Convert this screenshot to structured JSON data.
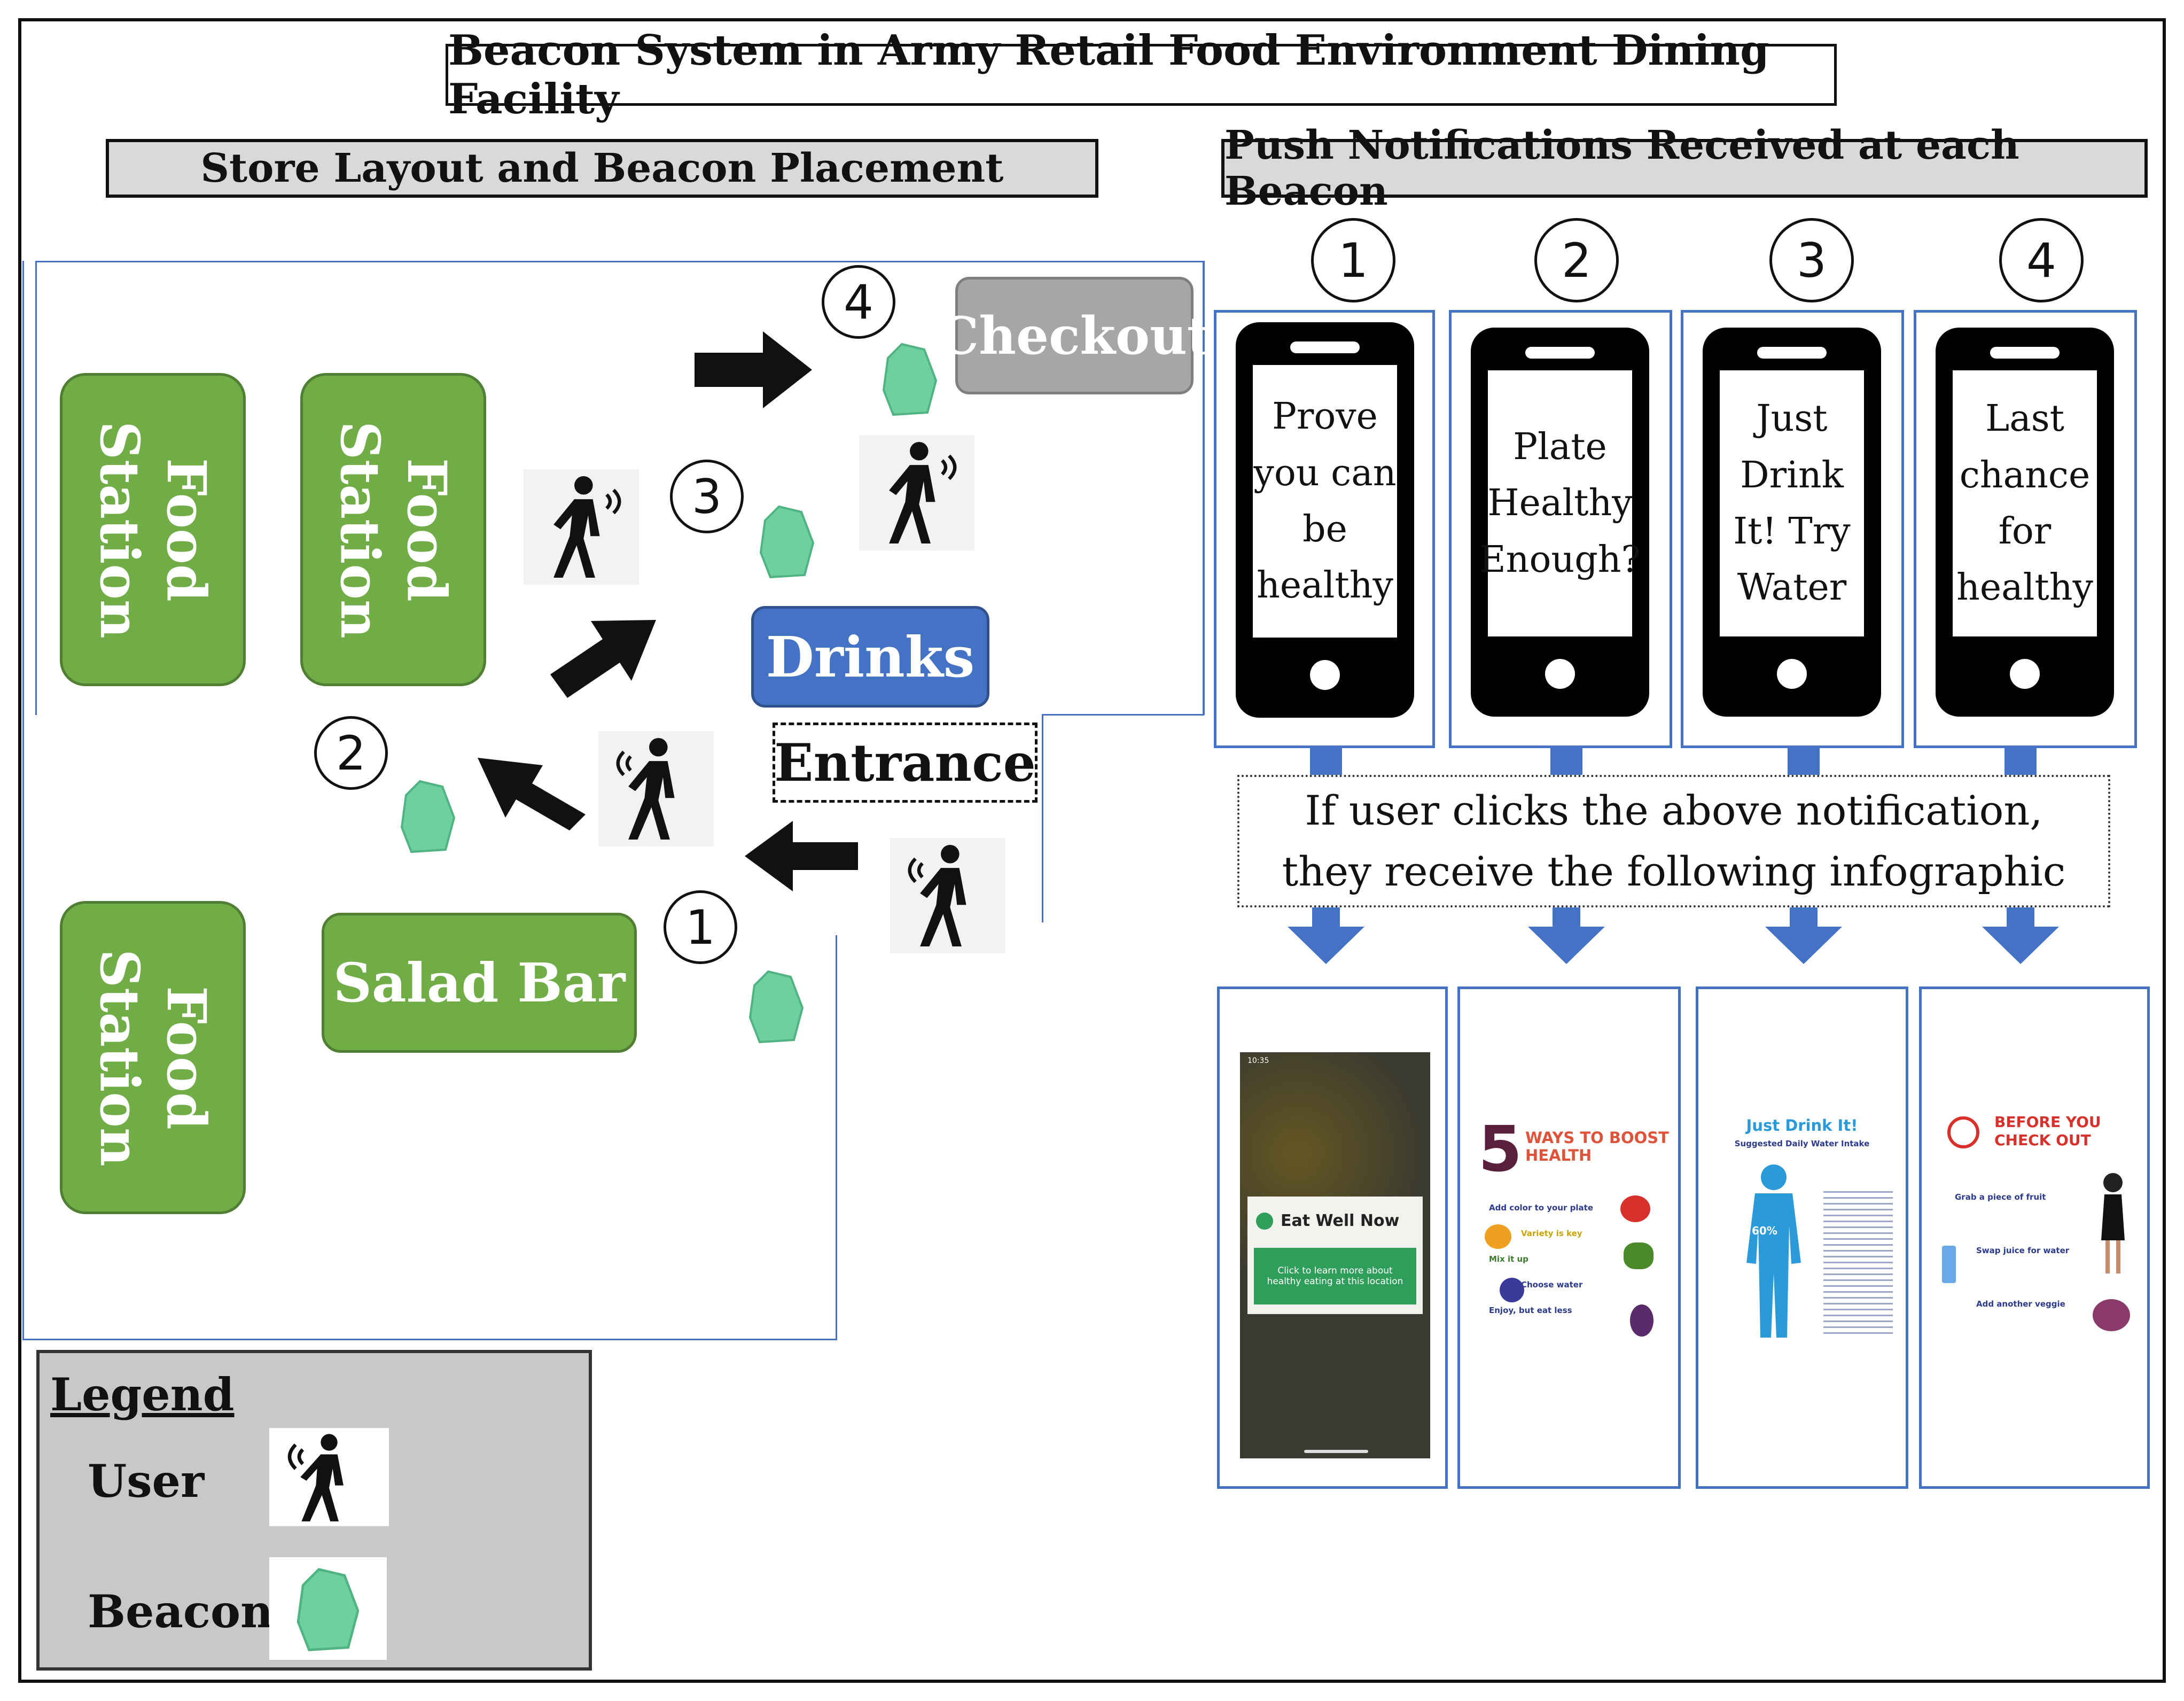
{
  "title": "Beacon System in Army Retail Food Environment Dining Facility",
  "left_header": "Store Layout and Beacon Placement",
  "right_header": "Push Notifications Received at each Beacon",
  "layout": {
    "food_station_1": "Food Station",
    "food_station_2": "Food Station",
    "food_station_3": "Food Station",
    "salad_bar": "Salad Bar",
    "drinks": "Drinks",
    "checkout": "Checkout",
    "entrance": "Entrance",
    "beacons": [
      "1",
      "2",
      "3",
      "4"
    ]
  },
  "phones": [
    {
      "number": "1",
      "text": "Prove you can be healthy"
    },
    {
      "number": "2",
      "text": "Plate Healthy Enough?"
    },
    {
      "number": "3",
      "text": "Just Drink It! Try Water"
    },
    {
      "number": "4",
      "text": "Last chance for healthy"
    }
  ],
  "click_note": "If user clicks the above notification, they receive the following infographic",
  "infographics": {
    "one": {
      "time": "10:35",
      "heading": "Eat Well Now",
      "button": "Click to learn more about healthy eating at this location"
    },
    "two": {
      "heading": "WAYS TO BOOST HEALTH",
      "number": "5",
      "items": [
        "Add color to your plate",
        "Variety is key",
        "Mix it up",
        "Choose water",
        "Enjoy, but eat less"
      ]
    },
    "three": {
      "heading": "Just Drink It!",
      "subheading": "Suggested Daily Water Intake",
      "percent": "60%"
    },
    "four": {
      "heading": "BEFORE YOU CHECK OUT",
      "items": [
        "Grab a piece of fruit",
        "Swap juice for water",
        "Add another veggie"
      ]
    }
  },
  "legend": {
    "title": "Legend",
    "user_label": "User",
    "beacon_label": "Beacon",
    "user_icon": "person-phone-icon",
    "beacon_icon": "beacon-icon"
  },
  "colors": {
    "station_green": "#70ad47",
    "drinks_blue": "#4472c4",
    "checkout_gray": "#a6a6a6",
    "beacon_teal": "#6fcf9f",
    "arrow_blue": "#4472c4"
  }
}
